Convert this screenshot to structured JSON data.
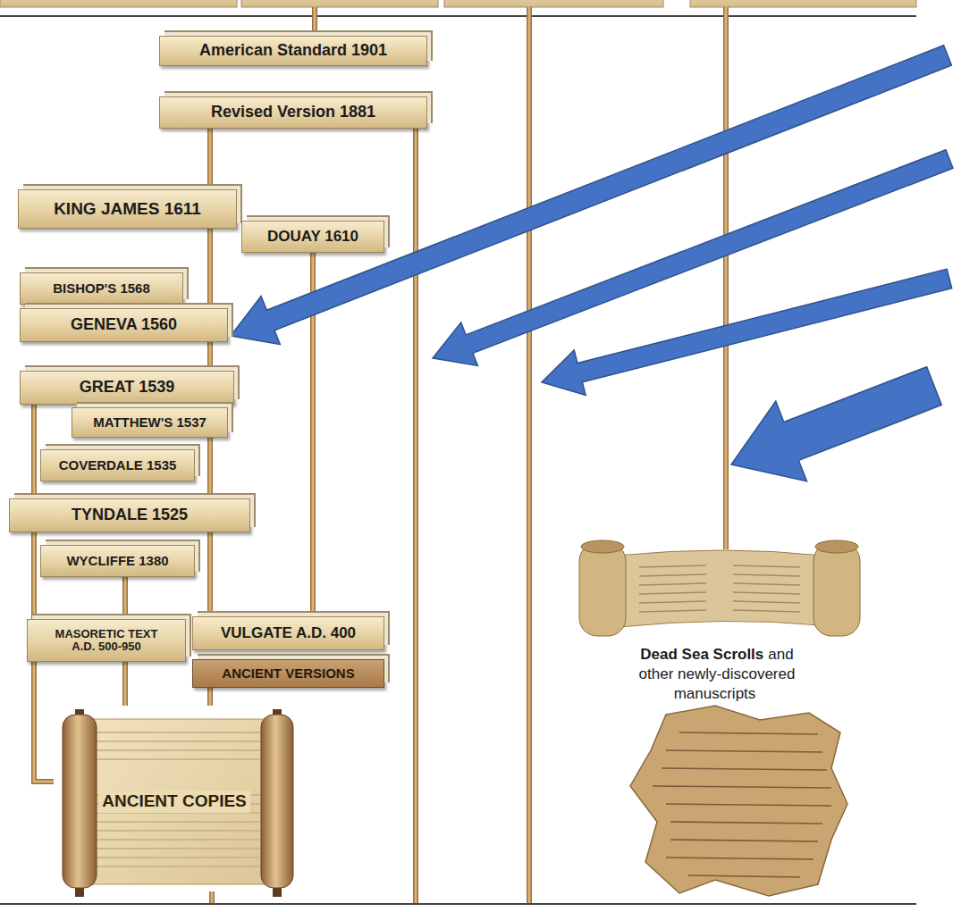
{
  "diagram": {
    "nodes": [
      {
        "text": [
          "American Standard 1901"
        ]
      },
      {
        "text": [
          "Revised Version 1881"
        ]
      },
      {
        "text": [
          "KING JAMES 1611"
        ]
      },
      {
        "text": [
          "DOUAY 1610"
        ]
      },
      {
        "text": [
          "BISHOP'S 1568"
        ]
      },
      {
        "text": [
          "GENEVA 1560"
        ]
      },
      {
        "text": [
          "GREAT 1539"
        ]
      },
      {
        "text": [
          "MATTHEW'S 1537"
        ]
      },
      {
        "text": [
          "COVERDALE 1535"
        ]
      },
      {
        "text": [
          "TYNDALE 1525"
        ]
      },
      {
        "text": [
          "WYCLIFFE 1380"
        ]
      },
      {
        "text": [
          "MASORETIC TEXT A.D. 500-950"
        ]
      },
      {
        "text": [
          "VULGATE A.D. 400"
        ]
      },
      {
        "text": [
          "ANCIENT VERSIONS"
        ]
      },
      {
        "text": [
          "ANCIENT COPIES"
        ]
      }
    ],
    "edges": [
      {
        "from": 1,
        "to": 2,
        "arrow": "none"
      },
      {
        "from": 2,
        "to": 5,
        "arrow": "none"
      },
      {
        "from": 5,
        "to": 6,
        "arrow": "none"
      },
      {
        "from": 6,
        "to": 7,
        "arrow": "none"
      },
      {
        "from": 7,
        "to": 9,
        "arrow": "none"
      },
      {
        "from": 9,
        "to": 12,
        "arrow": "none"
      },
      {
        "from": 3,
        "to": 12,
        "arrow": "none"
      },
      {
        "from": 10,
        "to": 11,
        "arrow": "none"
      },
      {
        "from": 6,
        "to": 14,
        "arrow": "none"
      },
      {
        "from": 11,
        "to": 14,
        "arrow": "none"
      },
      {
        "from": 13,
        "to": 14,
        "arrow": "none"
      }
    ],
    "labels": [
      "Dead Sea Scrolls",
      "and other newly-discovered manuscripts"
    ]
  }
}
